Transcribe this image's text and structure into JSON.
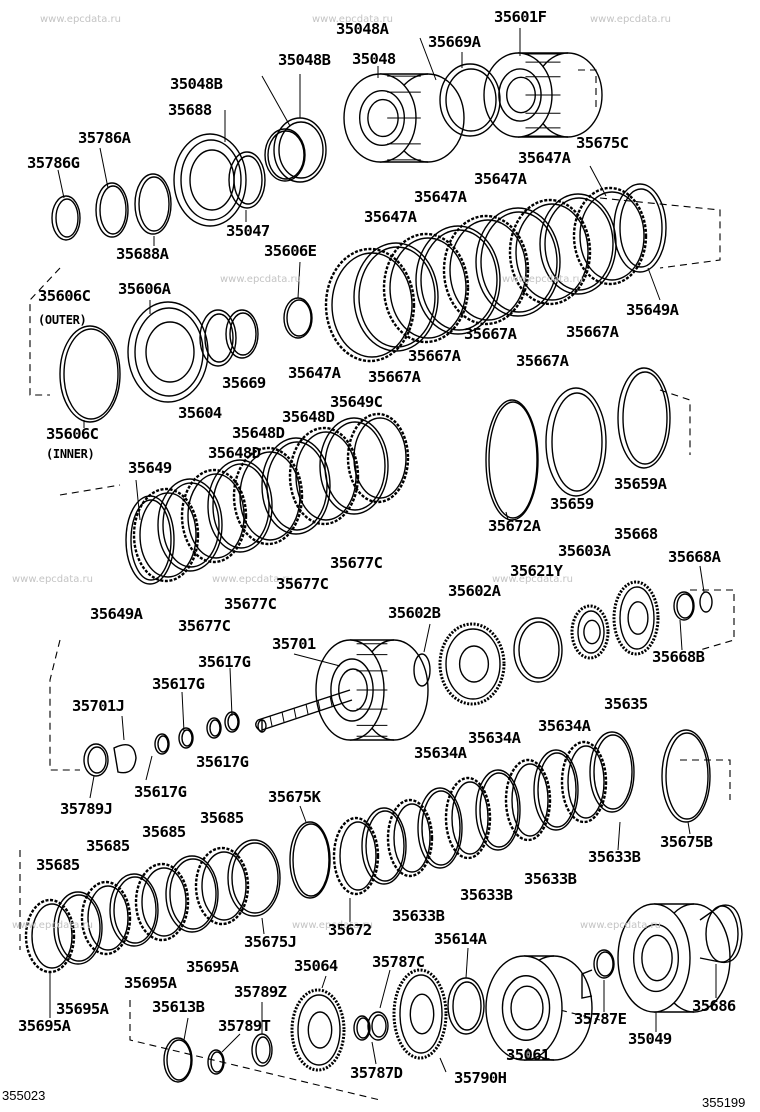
{
  "watermark": "www.epcdata.ru",
  "diagram_codes": {
    "left": "355023",
    "right": "355199"
  },
  "labels": {
    "l1": "35601F",
    "l2": "35048A",
    "l3": "35669A",
    "l4": "35048B",
    "l5": "35048B",
    "l6": "35048",
    "l7": "35688",
    "l8": "35786A",
    "l9": "35786G",
    "l10": "35688A",
    "l11": "35047",
    "l12": "35675C",
    "l13": "35647A",
    "l14": "35647A",
    "l15": "35647A",
    "l16": "35647A",
    "l17": "35606E",
    "l18": "35649A",
    "l19": "35606C",
    "l20": "35606A",
    "l21": "35667A",
    "l22": "35667A",
    "l23": "35647A",
    "l24": "35667A",
    "l25": "35667A",
    "l26": "35667A",
    "l27": "35669",
    "l28": "35604",
    "l29": "35606C",
    "l30": "35649C",
    "l31": "35648D",
    "l32": "35648D",
    "l33": "35648D",
    "l34": "35649",
    "l35": "35659",
    "l36": "35659A",
    "l37": "35672A",
    "l38": "35668",
    "l39": "35603A",
    "l40": "35668A",
    "l41": "35621Y",
    "l42": "35677C",
    "l43": "35677C",
    "l44": "35677C",
    "l45": "35649A",
    "l46": "35677C",
    "l47": "35602A",
    "l48": "35602B",
    "l49": "35668B",
    "l50": "35701",
    "l51": "35617G",
    "l52": "35617G",
    "l53": "35701J",
    "l54": "35617G",
    "l55": "35635",
    "l56": "35634A",
    "l57": "35634A",
    "l58": "35634A",
    "l59": "35617G",
    "l60": "35789J",
    "l61": "35675K",
    "l62": "35685",
    "l63": "35685",
    "l64": "35685",
    "l65": "35685",
    "l66": "35633B",
    "l67": "35675B",
    "l68": "35633B",
    "l69": "35633B",
    "l70": "35633B",
    "l71": "35672",
    "l72": "35675J",
    "l73": "35695A",
    "l74": "35695A",
    "l75": "35614A",
    "l76": "35064",
    "l77": "35787C",
    "l78": "35695A",
    "l79": "35789Z",
    "l80": "35613B",
    "l81": "35789T",
    "l82": "35695A",
    "l83": "35787E",
    "l84": "35049",
    "l85": "35686",
    "l86": "35061",
    "l87": "35787D",
    "l88": "35790H"
  },
  "sublabels": {
    "outer": "(OUTER)",
    "inner": "(INNER)"
  }
}
